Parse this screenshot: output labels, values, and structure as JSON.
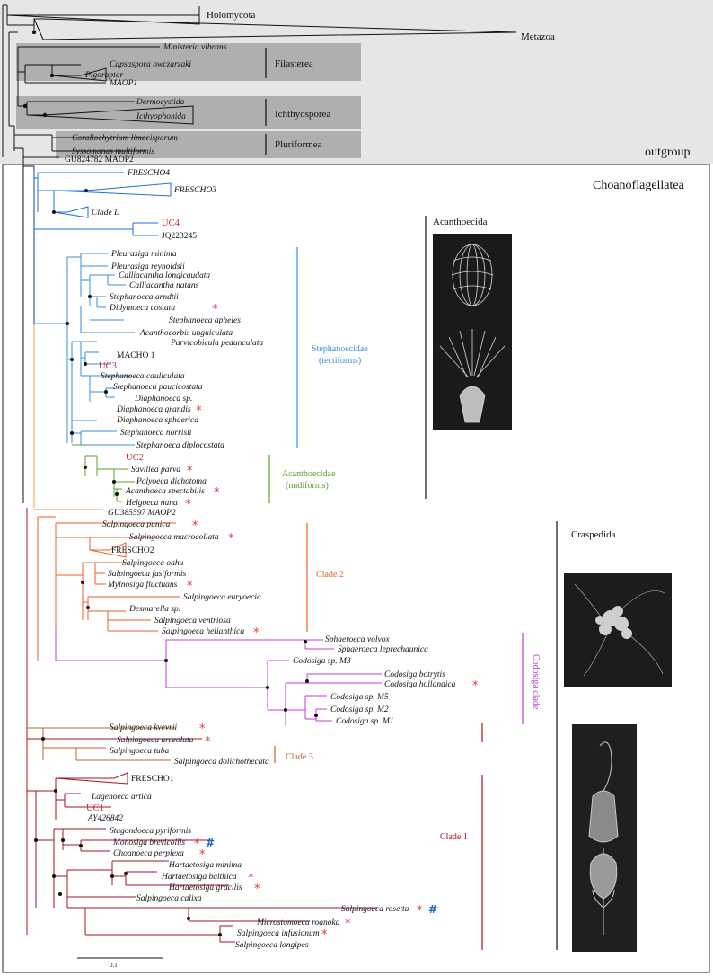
{
  "outgroup_taxa": {
    "holomycota": "Holomycota",
    "metazoa": "Metazoa",
    "ministeria": "Ministeria vibrans",
    "capsaspora": "Capsaspora owczarzaki",
    "pigoraptor": "Pigoraptor",
    "maop1": "MAOP1",
    "dermocystida": "Dermocystida",
    "icthyophonida": "Icthyophonida",
    "corallochytrium": "Corallochytrium limacisporum",
    "syssomonas": "Syssomonas multiformis",
    "gu824782": "GU824782 MAOP2"
  },
  "groups": {
    "filasterea": "Filasterea",
    "ichthyosporea": "Ichthyosporea",
    "pluriformea": "Pluriformea",
    "outgroup": "outgroup",
    "choanoflagellatea": "Choanoflagellatea",
    "acanthoecida": "Acanthoecida",
    "craspedida": "Craspedida",
    "stephanoecidae_1": "Stephanoecidae",
    "stephanoecidae_2": "(tectiforms)",
    "acanthoecidae_1": "Acanthoecidae",
    "acanthoecidae_2": "(nudiforms)",
    "clade2": "Clade 2",
    "clade3": "Clade 3",
    "clade1": "Clade 1",
    "codosiga_clade": "Codosiga clade"
  },
  "taxa": {
    "frescho4": "FRESCHO4",
    "frescho3": "FRESCHO3",
    "cladeL": "Clade L",
    "uc4": "UC4",
    "jq223245": "JQ223245",
    "pleurasiga_minima": "Pleurasiga minima",
    "pleurasiga_reynoldsii": "Pleurasiga reynoldsii",
    "calliacantha_longicaudata": "Calliacantha longicaudata",
    "calliacantha_natans": "Calliacantha natans",
    "stephanoeca_arndtii": "Stephanoeca arndtii",
    "didymoeca_costata": "Didymoeca costata",
    "stephanoeca_apheles": "Stephanoeca apheles",
    "acanthocorbis": "Acanthocorbis unguiculata",
    "parvicobicula": "Parvicobicula pedunculata",
    "macho1": "MACHO 1",
    "uc3": "UC3",
    "stephanoeca_cauliculata": "Stephanoeca cauliculata",
    "stephanoeca_paucicostata": "Stephanoeca paucicostata",
    "diaphanoeca_sp": "Diaphanoeca sp.",
    "diaphanoeca_grandis": "Diaphanoeca grandis",
    "diaphanoeca_sphaerica": "Diaphanoeca sphaerica",
    "stephanoeca_norrisii": "Stephanoeca norrisii",
    "stephanoeca_diplocostata": "Stephanoeca diplocostata",
    "uc2": "UC2",
    "savillea_parva": "Savillea parva",
    "polyoeca_dichotoma": "Polyoeca dichotoma",
    "acanthoeca_spectabilis": "Acanthoeca spectabilis",
    "helgoeca_nana": "Helgoeca nana",
    "gu385597": "GU385597 MAOP2",
    "salpingoeca_punica": "Salpingoeca punica",
    "salpingoeca_macrocollata": "Salpingoeca macrocollata",
    "frescho2": "FRESCHO2",
    "salpingoeca_oahu": "Salpingoeca oahu",
    "salpingoeca_fusiformis": "Salpingoeca fusiformis",
    "mylnosiga_fluctuans": "Mylnosiga fluctuans",
    "salpingoeca_euryoecia": "Salpingoeca euryoecia",
    "desmarella_sp": "Desmarella sp.",
    "salpingoeca_ventriosa": "Salpingoeca  ventriosa",
    "salpingoeca_helianthica": "Salpingoeca helianthica",
    "sphaeroeca_volvox": "Sphaeroeca volvox",
    "sphaeroeca_leprechaunica": "Sphaeroeca leprechaunica",
    "codosiga_m3": "Codosiga sp. M3",
    "codosiga_botrytis": "Codosiga botrytis",
    "codosiga_hollandica": "Codosiga hollandica",
    "codosiga_m5": "Codosiga sp. M5",
    "codosiga_m2": "Codosiga sp. M2",
    "codosiga_m1": "Codosiga sp. M1",
    "salpingoeca_kvevrii": "Salpingoeca kvevrii",
    "salpingoeca_urceolata": "Salpingoeca urceolata",
    "salpingoeca_tuba": "Salpingoeca tuba",
    "salpingoeca_dolichothecata": "Salpingoeca dolichothecata",
    "frescho1": "FRESCHO1",
    "lagenoeca_artica": "Lagenoeca artica",
    "uc1": "UC1",
    "ay426842": "AY426842",
    "stagondoeca": "Stagondoeca pyriformis",
    "monosiga_brevicollis": "Monosiga brevicollis",
    "choanoeca_perplexa": "Choanoeca perplexa",
    "hartaetosiga_minima": "Hartaetosiga minima",
    "hartaetosiga_balthica": "Hartaetosiga balthica",
    "hartaetosiga_gracilis": "Hartaetosiga gracilis",
    "salpingoeca_calixa": "Salpingoeca calixa",
    "salpingoeca_rosetta": "Salpingoeca rosetta",
    "microstomoeca": "Microstomoeca roanoka",
    "salpingoeca_infusionum": "Salpingoeca infusionum",
    "salpingoeca_longipes": "Salpingoeca longipes"
  },
  "markers": {
    "asterisk": "*",
    "hash": "#"
  },
  "scale_bar": {
    "label": "0.1"
  },
  "colors": {
    "acanthoecida_blue": "#1e6fd9",
    "stephanoecidae_blue": "#3b8fdc",
    "acanthoecidae_green": "#5aa02c",
    "clade2_orange": "#e8612c",
    "codosiga_magenta": "#c03cd6",
    "clade3_brown": "#c0632a",
    "clade1_darkred": "#a8121f",
    "highlight_red": "#c62828",
    "outgroup_band": "#e4e4e4"
  }
}
